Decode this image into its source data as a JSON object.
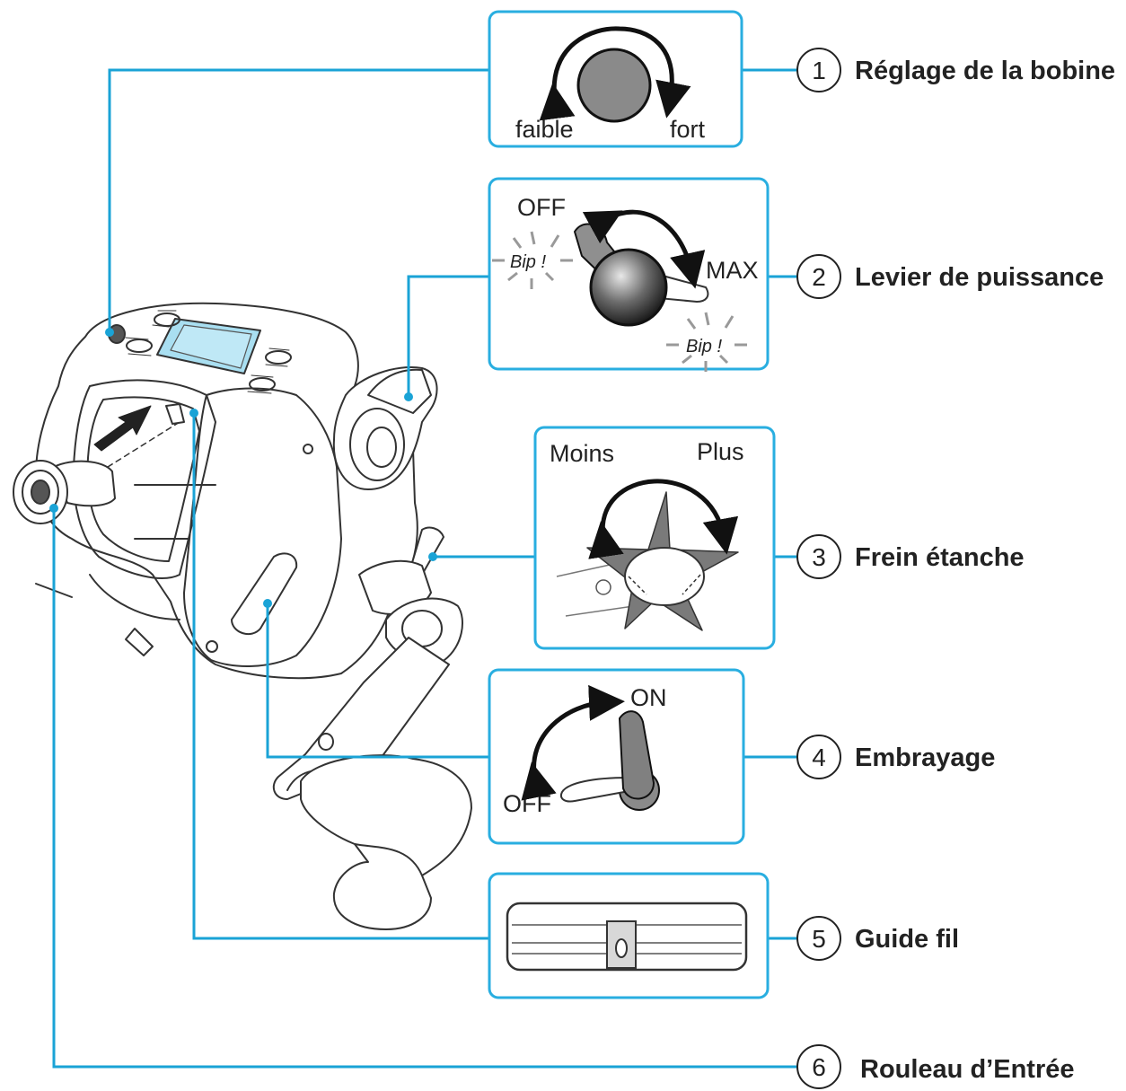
{
  "callouts": [
    {
      "number": "1",
      "label": "Réglage de la bobine"
    },
    {
      "number": "2",
      "label": "Levier de puissance"
    },
    {
      "number": "3",
      "label": "Frein étanche"
    },
    {
      "number": "4",
      "label": "Embrayage"
    },
    {
      "number": "5",
      "label": "Guide fil"
    },
    {
      "number": "6",
      "label": "Rouleau d’Entrée"
    }
  ],
  "panels": {
    "spool": {
      "left_label": "faible",
      "right_label": "fort"
    },
    "power": {
      "off_label": "OFF",
      "max_label": "MAX",
      "beep_label": "Bip !"
    },
    "drag": {
      "left_label": "Moins",
      "right_label": "Plus"
    },
    "clutch": {
      "on_label": "ON",
      "off_label": "OFF"
    }
  },
  "colors": {
    "leader": "#1aa3d6",
    "panel_border": "#29aee0",
    "ink": "#222222",
    "knob": "#8a8a8a",
    "star": "#7a7a7a"
  }
}
